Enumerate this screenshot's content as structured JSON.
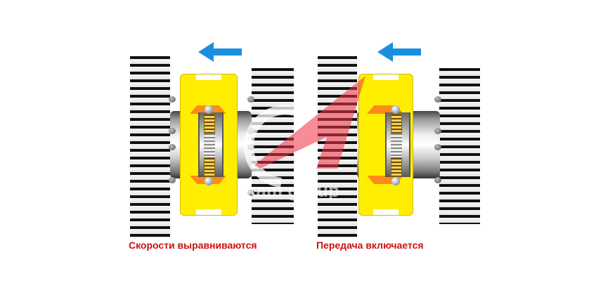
{
  "captions": {
    "left": "Скорости выравниваются",
    "right": "Передача включается"
  },
  "watermark": {
    "text": "kam group",
    "color": "#ee3344"
  },
  "colors": {
    "arrow": "#1a8fe0",
    "sleeve": "#ffee00",
    "caption": "#cc1111"
  },
  "icons": {
    "arrow": "arrow-left-icon"
  }
}
